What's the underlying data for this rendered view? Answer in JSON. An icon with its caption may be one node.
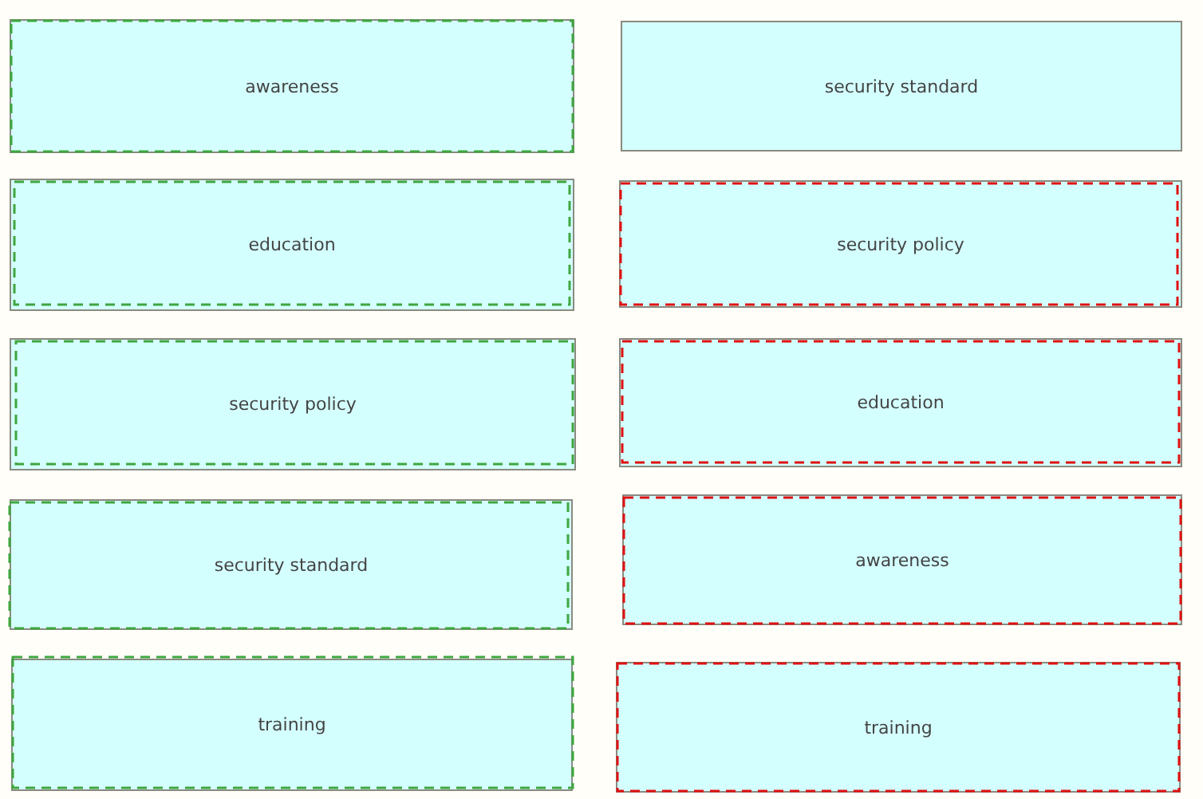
{
  "diagram": {
    "nodes": [
      {
        "text": [
          "awareness"
        ]
      },
      {
        "text": [
          "security standard"
        ]
      },
      {
        "text": [
          "education"
        ]
      },
      {
        "text": [
          "security policy"
        ]
      },
      {
        "text": [
          "security policy"
        ]
      },
      {
        "text": [
          "education"
        ]
      },
      {
        "text": [
          "security standard"
        ]
      },
      {
        "text": [
          "awareness"
        ]
      },
      {
        "text": [
          "training"
        ]
      },
      {
        "text": [
          "training"
        ]
      }
    ]
  }
}
